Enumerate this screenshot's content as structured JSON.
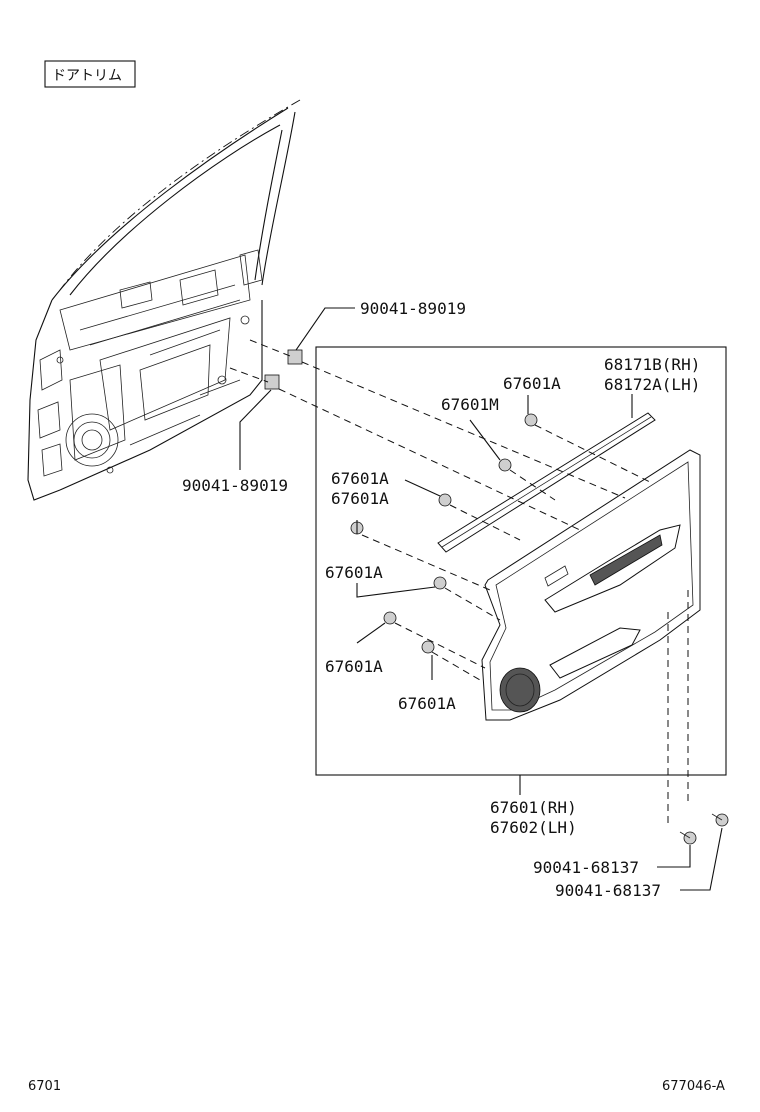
{
  "section_label": "ドアトリム",
  "labels": {
    "clip_top": "90041-89019",
    "clip_bottom": "90041-89019",
    "weatherstrip_rh": "68171B(RH)",
    "weatherstrip_lh": "68172A(LH)",
    "clip_a1": "67601A",
    "clip_m": "67601M",
    "clip_a2": "67601A",
    "clip_a3": "67601A",
    "clip_a4": "67601A",
    "clip_a5": "67601A",
    "clip_a6": "67601A",
    "board_rh": "67601(RH)",
    "board_lh": "67602(LH)",
    "screw_1": "90041-68137",
    "screw_2": "90041-68137"
  },
  "footer": {
    "left_code": "6701",
    "right_code": "677046-A"
  }
}
